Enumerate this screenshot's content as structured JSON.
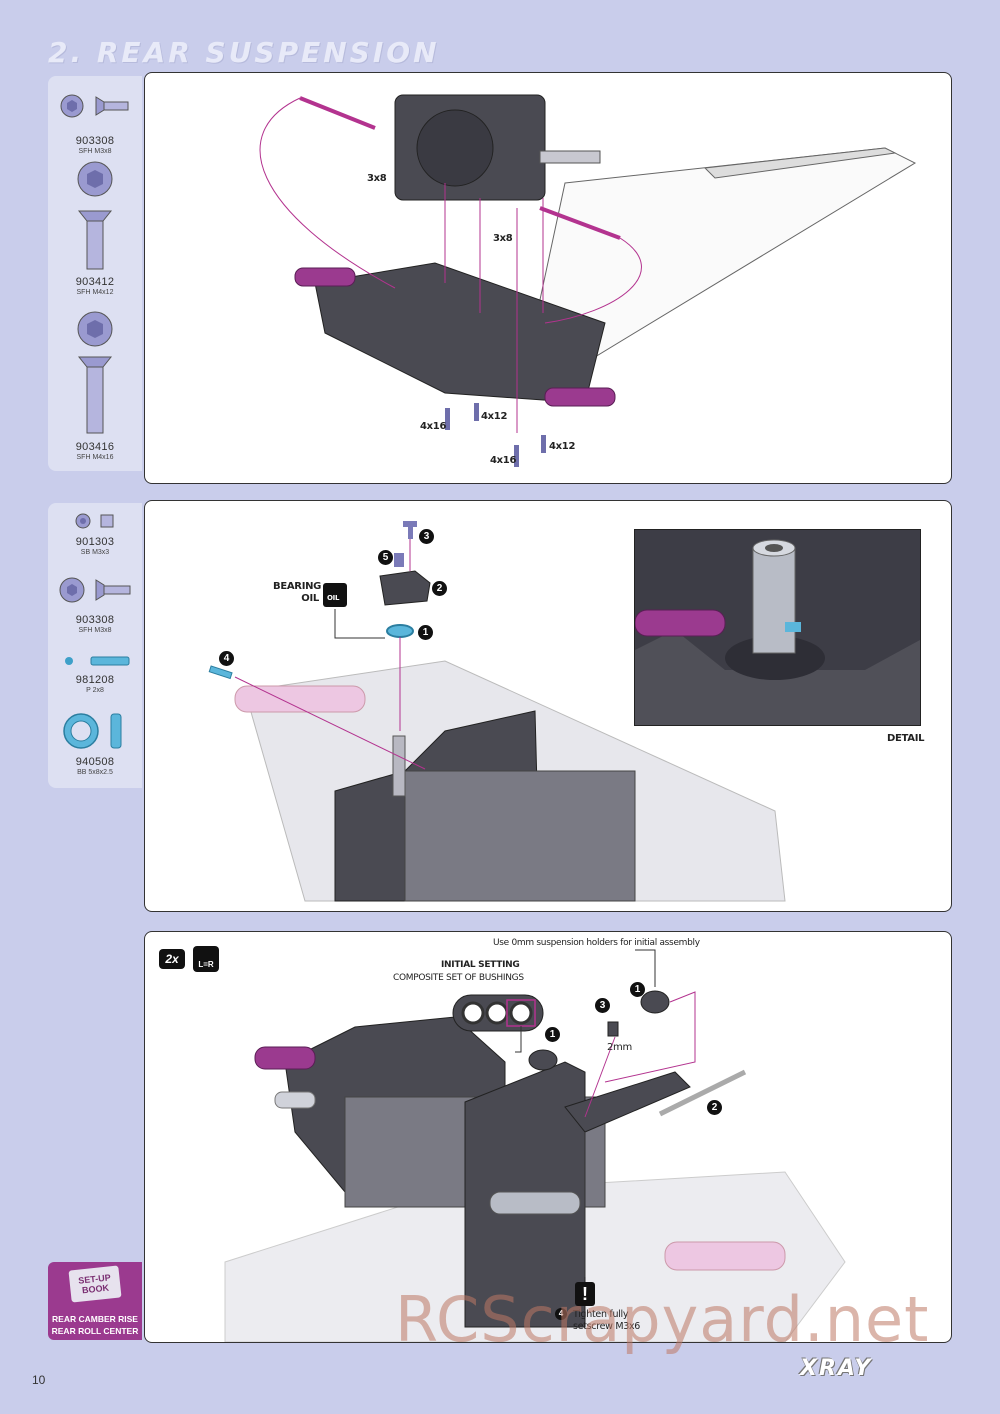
{
  "page": {
    "title": "2. REAR SUSPENSION",
    "number": "10",
    "brand": "XRAY",
    "watermark": "RCScrapyard.net"
  },
  "colors": {
    "background": "#c9cdeb",
    "panel": "#dde0f2",
    "accent": "#b3338f",
    "setup": "#9b3a8f"
  },
  "step1": {
    "parts": [
      {
        "code": "903308",
        "desc": "SFH M3x8",
        "icon": "flat-head-screw-icon"
      },
      {
        "code": "903412",
        "desc": "SFH M4x12",
        "icon": "flat-head-screw-icon"
      },
      {
        "code": "903416",
        "desc": "SFH M4x16",
        "icon": "flat-head-screw-icon"
      }
    ],
    "labels": [
      "3x8",
      "3x8",
      "4x16",
      "4x12",
      "4x16",
      "4x12"
    ]
  },
  "step2": {
    "parts": [
      {
        "code": "901303",
        "desc": "SB M3x3",
        "icon": "set-screw-icon"
      },
      {
        "code": "903308",
        "desc": "SFH M3x8",
        "icon": "flat-head-screw-icon"
      },
      {
        "code": "981208",
        "desc": "P 2x8",
        "icon": "pin-icon"
      },
      {
        "code": "940508",
        "desc": "BB 5x8x2.5",
        "icon": "ball-bearing-icon"
      }
    ],
    "bearing_oil": "BEARING OIL",
    "oil_icon_text": "OIL",
    "detail_label": "DETAIL",
    "callouts": [
      "1",
      "2",
      "3",
      "4",
      "5"
    ]
  },
  "step3": {
    "multiplier": "2x",
    "lr_badge": "L=R",
    "note_top": "Use 0mm suspension holders for initial assembly",
    "initial_setting": "INITIAL SETTING",
    "composite_set": "COMPOSITE SET OF BUSHINGS",
    "size_2mm": "2mm",
    "warning_line1": "Tighten fully",
    "warning_line2": "setscrew M3x6",
    "callouts": [
      "1",
      "1",
      "2",
      "3",
      "4"
    ]
  },
  "setup_book": {
    "book_text": "SET-UP BOOK",
    "line1": "REAR CAMBER RISE",
    "line2": "REAR ROLL CENTER"
  }
}
